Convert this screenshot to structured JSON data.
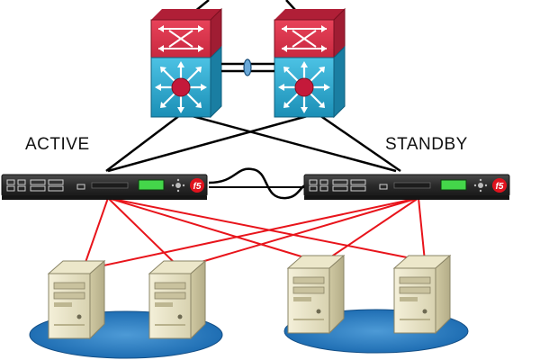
{
  "labels": {
    "active": "ACTIVE",
    "standby": "STANDBY"
  },
  "devices": {
    "core_switches": [
      {
        "role": "core-switch",
        "icon": "layer3-switch-icon"
      },
      {
        "role": "core-switch",
        "icon": "layer3-switch-icon"
      }
    ],
    "load_balancers": [
      {
        "role": "active",
        "logo": "f5",
        "icon": "load-balancer-appliance-icon"
      },
      {
        "role": "standby",
        "logo": "f5",
        "icon": "load-balancer-appliance-icon"
      }
    ],
    "server_groups": [
      {
        "servers": 2,
        "icon": "server-tower-icon"
      },
      {
        "servers": 2,
        "icon": "server-tower-icon"
      }
    ]
  },
  "colors": {
    "switch_top": "#d8324a",
    "switch_side": "#a02035",
    "switch_front": "#27a3c9",
    "switch_front_dark": "#1b7e9e",
    "switch_hub": "#c4193a",
    "link_uplink": "#000000",
    "link_server": "#e8141b",
    "appliance_body": "#2f2f2f",
    "appliance_lcd": "#44d64a",
    "f5_logo": "#e0131e",
    "pool_base": "#2e7fc3",
    "server_body": "#e8e3c6"
  }
}
